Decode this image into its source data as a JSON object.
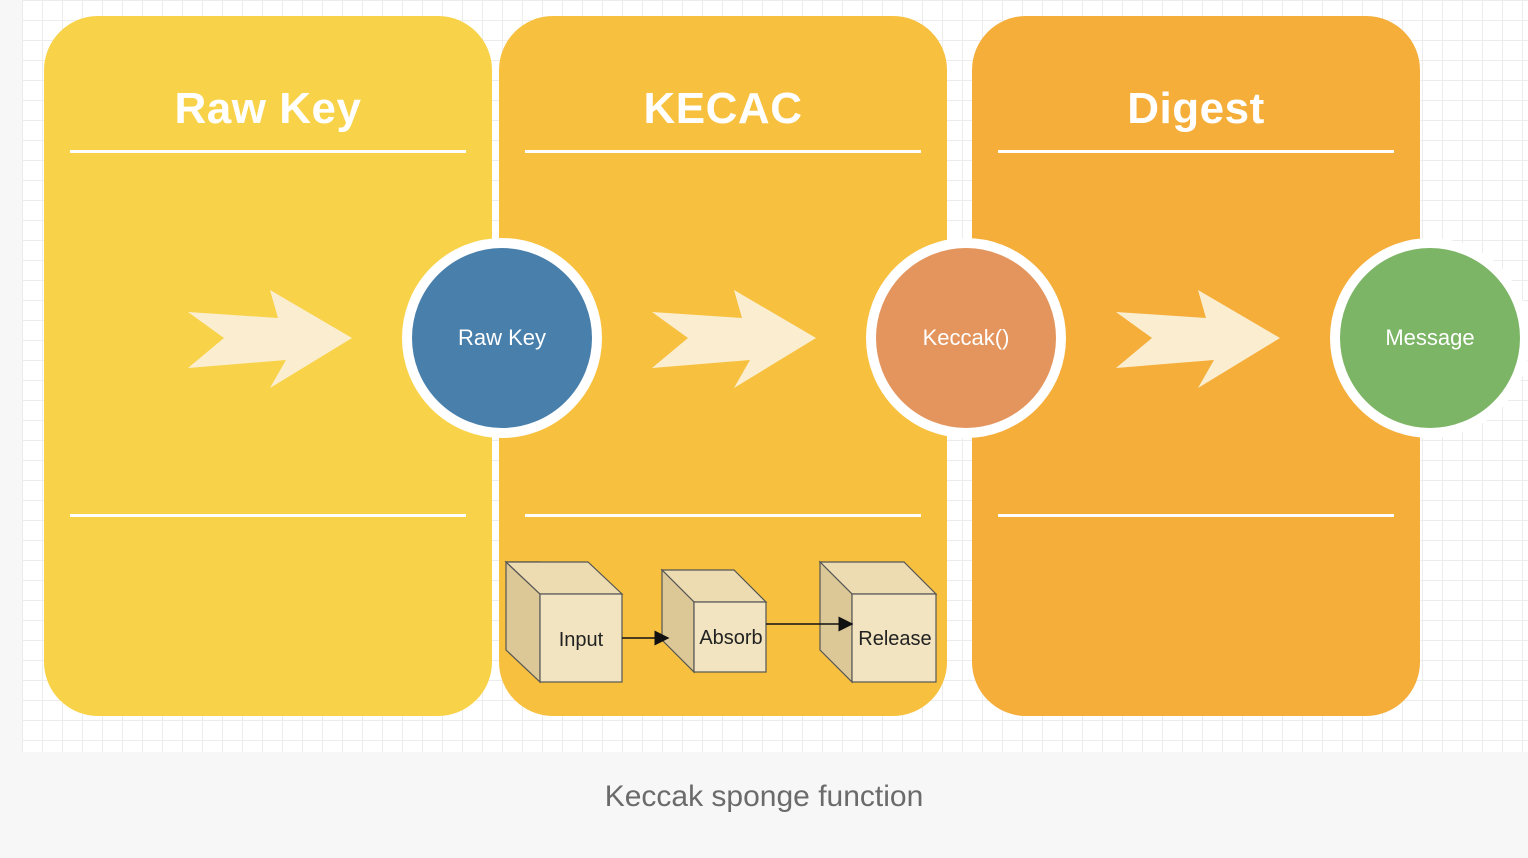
{
  "panels": [
    {
      "title": "Raw Key",
      "color": "#f8d34a"
    },
    {
      "title": "KECAC",
      "color": "#f7c13f"
    },
    {
      "title": "Digest",
      "color": "#f5ae3a"
    }
  ],
  "nodes": [
    {
      "label": "Raw Key",
      "color": "#487fab"
    },
    {
      "label": "Keccak()",
      "color": "#e4955d"
    },
    {
      "label": "Message",
      "color": "#7cb565"
    }
  ],
  "sponge": {
    "steps": [
      "Input",
      "Absorb",
      "Release"
    ],
    "cube_color": "#e8d6a9"
  },
  "arrow_color": "#fbeed0",
  "caption": "Keccak sponge function"
}
